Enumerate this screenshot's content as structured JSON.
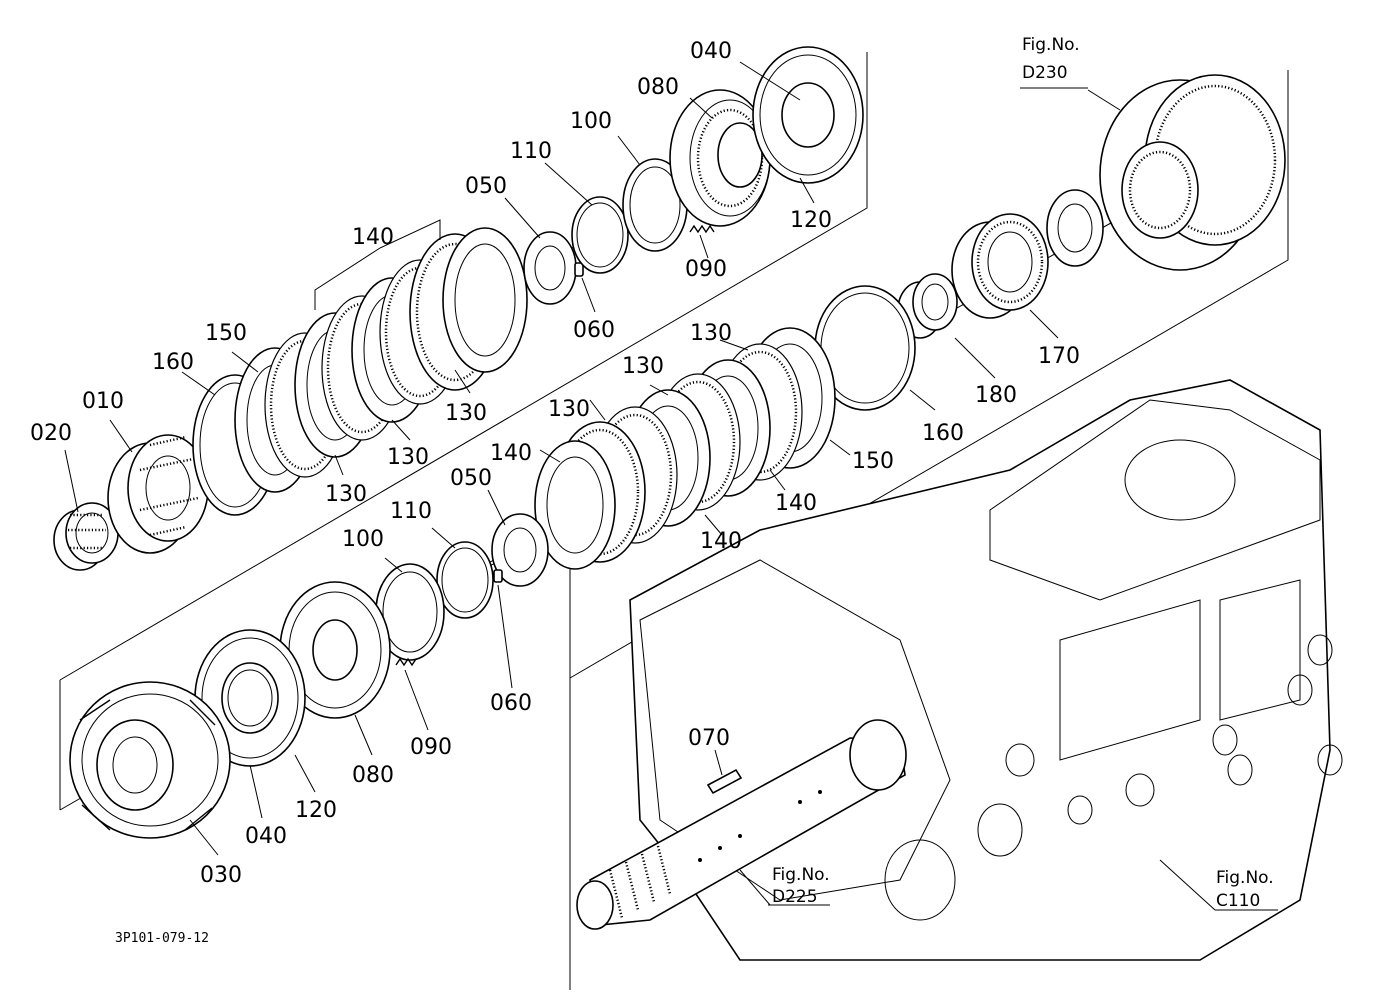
{
  "callouts": [
    {
      "id": "c-040-top",
      "text": "040"
    },
    {
      "id": "c-080-top",
      "text": "080"
    },
    {
      "id": "c-100-top",
      "text": "100"
    },
    {
      "id": "c-110-top",
      "text": "110"
    },
    {
      "id": "c-050-top",
      "text": "050"
    },
    {
      "id": "c-140-top",
      "text": "140"
    },
    {
      "id": "c-150-left",
      "text": "150"
    },
    {
      "id": "c-160-left",
      "text": "160"
    },
    {
      "id": "c-010",
      "text": "010"
    },
    {
      "id": "c-020",
      "text": "020"
    },
    {
      "id": "c-120-top",
      "text": "120"
    },
    {
      "id": "c-090-top",
      "text": "090"
    },
    {
      "id": "c-060-top",
      "text": "060"
    },
    {
      "id": "c-130-a",
      "text": "130"
    },
    {
      "id": "c-130-b",
      "text": "130"
    },
    {
      "id": "c-130-c",
      "text": "130"
    },
    {
      "id": "c-130-d",
      "text": "130"
    },
    {
      "id": "c-130-e",
      "text": "130"
    },
    {
      "id": "c-130-f",
      "text": "130"
    },
    {
      "id": "c-140-b",
      "text": "140"
    },
    {
      "id": "c-140-c",
      "text": "140"
    },
    {
      "id": "c-140-d",
      "text": "140"
    },
    {
      "id": "c-150-right",
      "text": "150"
    },
    {
      "id": "c-160-right",
      "text": "160"
    },
    {
      "id": "c-180",
      "text": "180"
    },
    {
      "id": "c-170",
      "text": "170"
    },
    {
      "id": "c-050-bot",
      "text": "050"
    },
    {
      "id": "c-110-bot",
      "text": "110"
    },
    {
      "id": "c-100-bot",
      "text": "100"
    },
    {
      "id": "c-060-bot",
      "text": "060"
    },
    {
      "id": "c-090-bot",
      "text": "090"
    },
    {
      "id": "c-080-bot",
      "text": "080"
    },
    {
      "id": "c-120-bot",
      "text": "120"
    },
    {
      "id": "c-040-bot",
      "text": "040"
    },
    {
      "id": "c-030",
      "text": "030"
    },
    {
      "id": "c-070",
      "text": "070"
    }
  ],
  "figure_refs": {
    "d230": {
      "prefix": "Fig.No.",
      "number": "D230"
    },
    "d225": {
      "prefix": "Fig.No.",
      "number": "D225"
    },
    "c110": {
      "prefix": "Fig.No.",
      "number": "C110"
    }
  },
  "drawing_number": "3P101-079-12"
}
